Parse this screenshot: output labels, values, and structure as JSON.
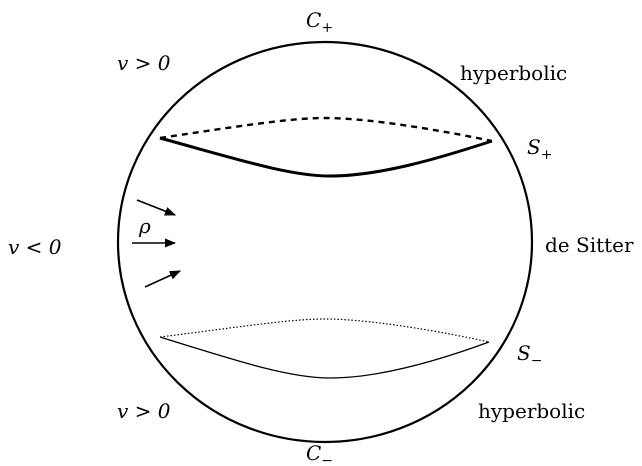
{
  "labels": {
    "c_plus": "C",
    "c_plus_sub": "+",
    "c_minus": "C",
    "c_minus_sub": "−",
    "s_plus": "S",
    "s_plus_sub": "+",
    "s_minus": "S",
    "s_minus_sub": "−",
    "v_top": "v > 0",
    "v_middle": "v < 0",
    "v_bottom": "v > 0",
    "region_top": "hyperbolic",
    "region_middle": "de Sitter",
    "region_bottom": "hyperbolic",
    "rho": "ρ"
  }
}
